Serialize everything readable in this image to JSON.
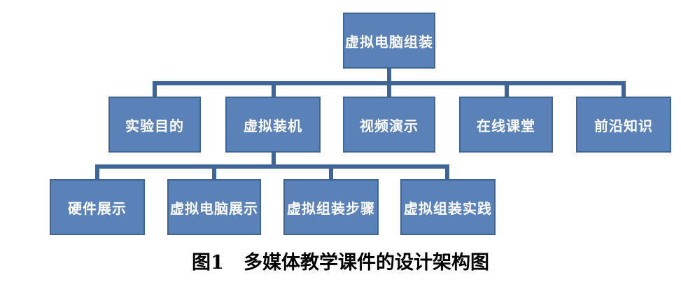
{
  "root": {
    "label": "虚拟电脑组装"
  },
  "level1": [
    {
      "label": "实验目的"
    },
    {
      "label": "虚拟装机"
    },
    {
      "label": "视频演示"
    },
    {
      "label": "在线课堂"
    },
    {
      "label": "前沿知识"
    }
  ],
  "level2": [
    {
      "label": "硬件展示"
    },
    {
      "label": "虚拟电脑展示"
    },
    {
      "label": "虚拟组装步骤"
    },
    {
      "label": "虚拟组装实践"
    }
  ],
  "caption": {
    "text": "图1   多媒体教学课件的设计架构图"
  },
  "colors": {
    "box_fill": "#5a82b8",
    "box_border": "#3f6596",
    "connector": "#3f6596",
    "box_text": "#ffffff"
  }
}
